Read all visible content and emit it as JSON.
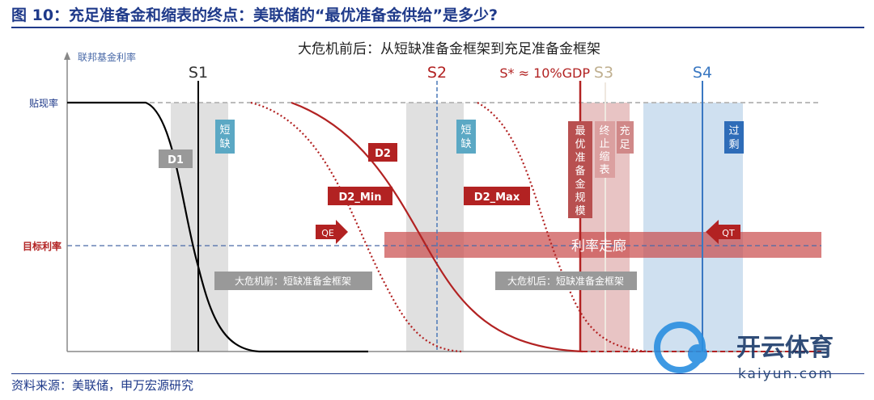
{
  "title": "图 10：充足准备金和缩表的终点：美联储的“最优准备金供给”是多少?",
  "source": "资料来源：美联储，申万宏源研究",
  "diagram": {
    "subtitle": "大危机前后：从短缺准备金框架到充足准备金框架",
    "y_axis_label": "联邦基金利率",
    "discount_rate_label": "贴现率",
    "target_rate_label": "目标利率",
    "s1": "S1",
    "s2": "S2",
    "s_star": "S* ≈ 10%GDP",
    "s3": "S3",
    "s4": "S4",
    "d1": "D1",
    "d2": "D2",
    "d2_min": "D2_Min",
    "d2_max": "D2_Max",
    "qe": "QE",
    "qt": "QT",
    "corridor": "利率走廊",
    "shortage1": [
      "短",
      "缺"
    ],
    "shortage2": [
      "短",
      "缺"
    ],
    "optimal": [
      "最",
      "优",
      "准",
      "备",
      "金",
      "规",
      "模"
    ],
    "stop_qt": [
      "终",
      "止",
      "缩",
      "表"
    ],
    "ample": [
      "充",
      "足"
    ],
    "excess": [
      "过",
      "剩"
    ],
    "pre_crisis": "大危机前：短缺准备金框架",
    "post_crisis": "大危机后：短缺准备金框架"
  },
  "watermark": {
    "name": "开云体育",
    "url": "kaiyun.com"
  },
  "colors": {
    "navy": "#1f3a8a",
    "red": "#b22222",
    "teal": "#5ba8c4",
    "blue": "#3a78c2"
  }
}
